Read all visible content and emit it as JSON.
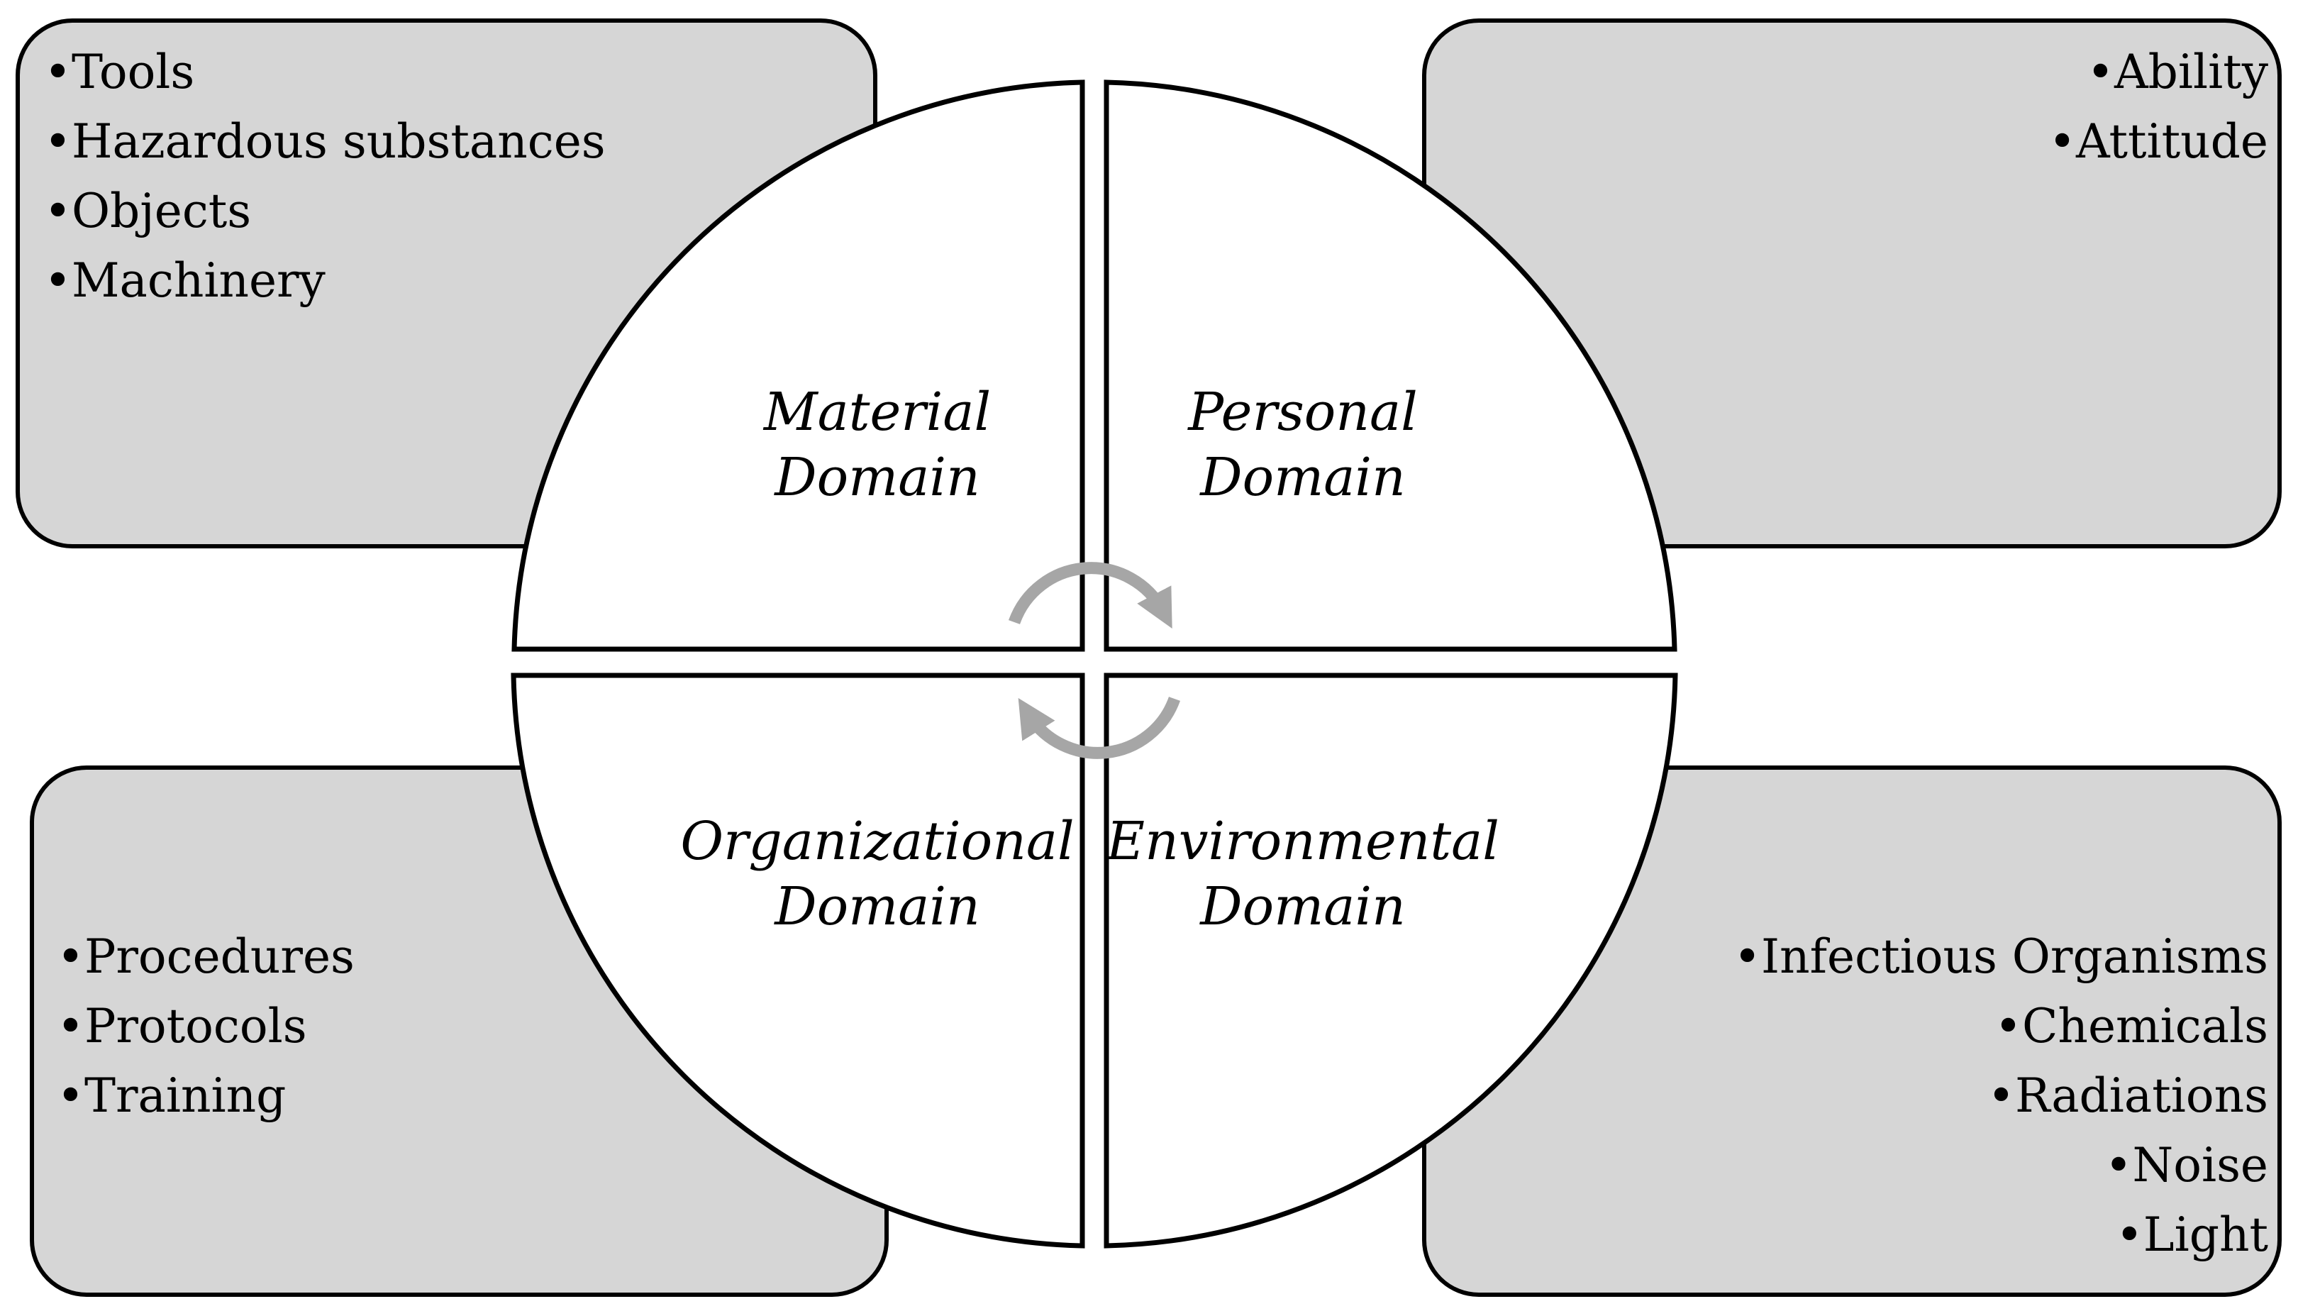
{
  "material_box": {
    "items": [
      "Tools",
      "Hazardous substances",
      "Objects",
      "Machinery"
    ]
  },
  "personal_box": {
    "items": [
      "Ability",
      "Attitude"
    ]
  },
  "organizational_box": {
    "items": [
      "Procedures",
      "Protocols",
      "Training"
    ]
  },
  "environmental_box": {
    "items": [
      "Infectious Organisms",
      "Chemicals",
      "Radiations",
      "Noise",
      "Light"
    ]
  },
  "wheel": {
    "material": {
      "line1": "Material",
      "line2": "Domain"
    },
    "personal": {
      "line1": "Personal",
      "line2": "Domain"
    },
    "organizational": {
      "line1": "Organizational",
      "line2": "Domain"
    },
    "environmental": {
      "line1": "Environmental",
      "line2": "Domain"
    }
  },
  "colors": {
    "box_fill": "#d6d6d6",
    "outline": "#000000",
    "arrow": "#a6a6a6"
  },
  "icons": {
    "cycle": "cycle-arrows-icon"
  }
}
